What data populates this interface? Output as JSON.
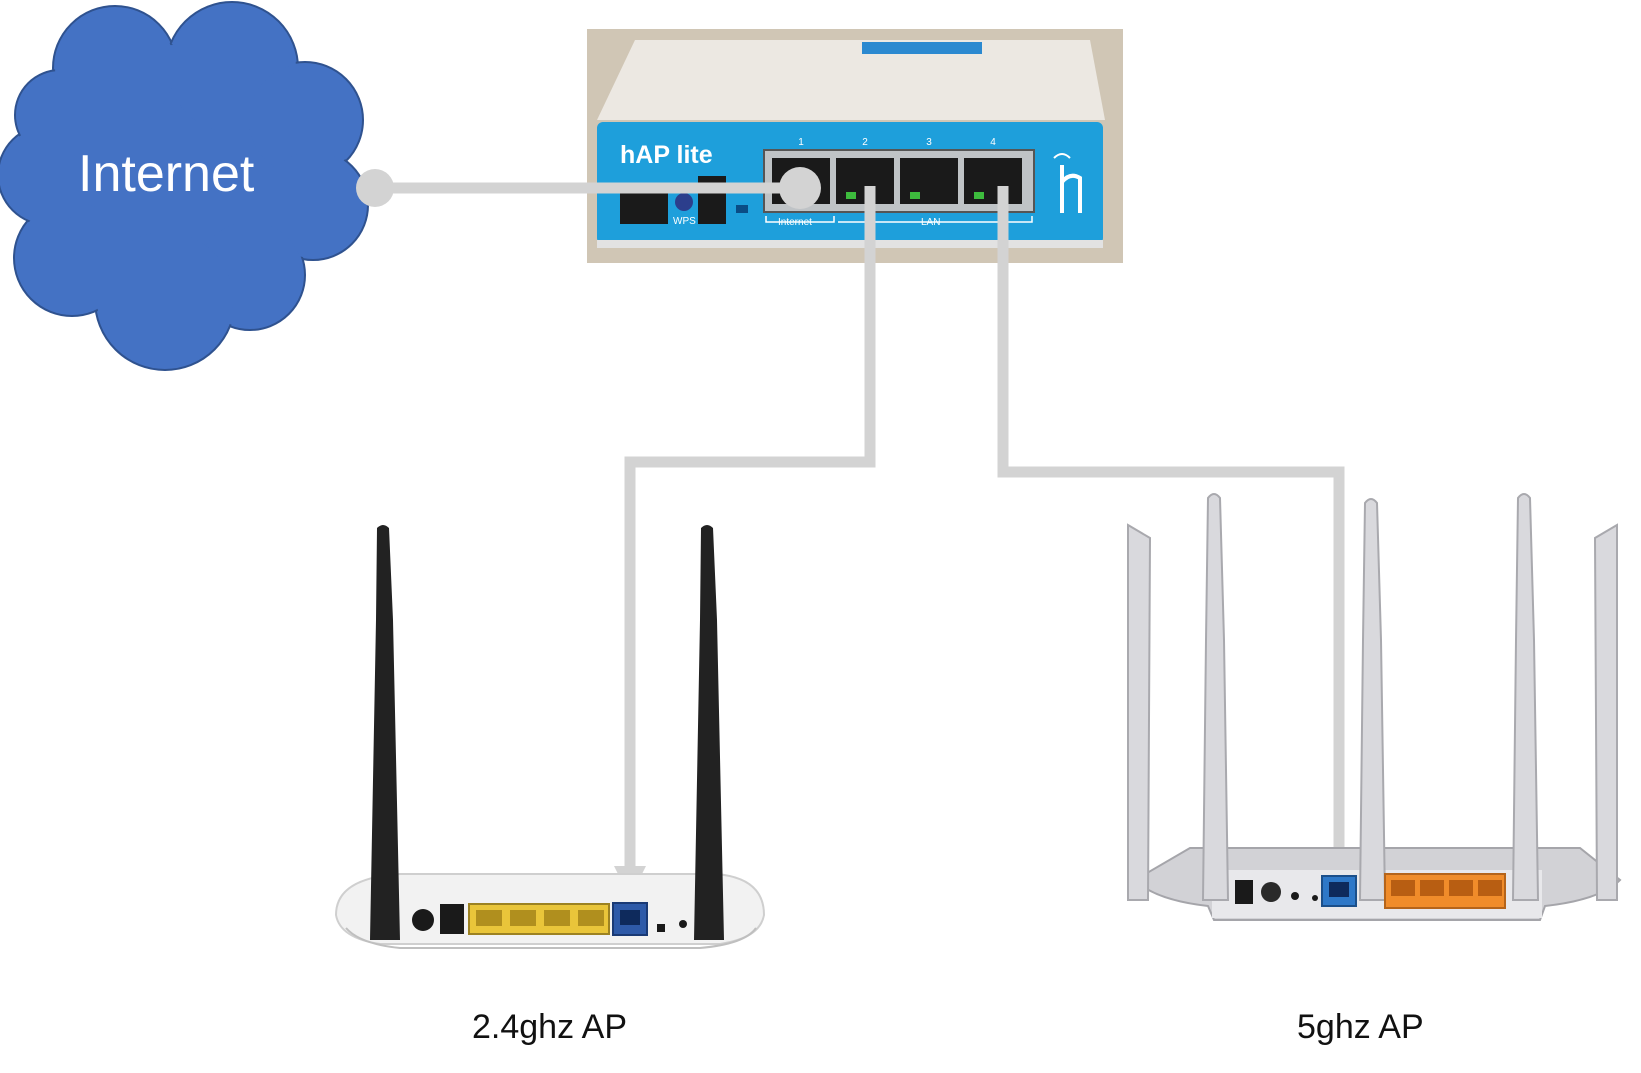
{
  "diagram": {
    "cloud": {
      "label": "Internet",
      "color": "#4472C4"
    },
    "core_router": {
      "brand_label": "hAP lite",
      "port_numbers": [
        "1",
        "2",
        "3",
        "4"
      ],
      "port_group_labels": {
        "wan": "Internet",
        "lan": "LAN"
      },
      "button_label": "WPS",
      "body_color": "#1E9FDB"
    },
    "access_points": [
      {
        "label": "2.4ghz AP",
        "antenna_color": "#222222",
        "lan_port_color": "#E9C53A",
        "wan_port_color": "#2E5AA8"
      },
      {
        "label": "5ghz AP",
        "antenna_color": "#D9D9DD",
        "lan_port_color": "#F08C2A",
        "wan_port_color": "#2E78C8"
      }
    ],
    "cable_color": "#D3D3D3"
  }
}
